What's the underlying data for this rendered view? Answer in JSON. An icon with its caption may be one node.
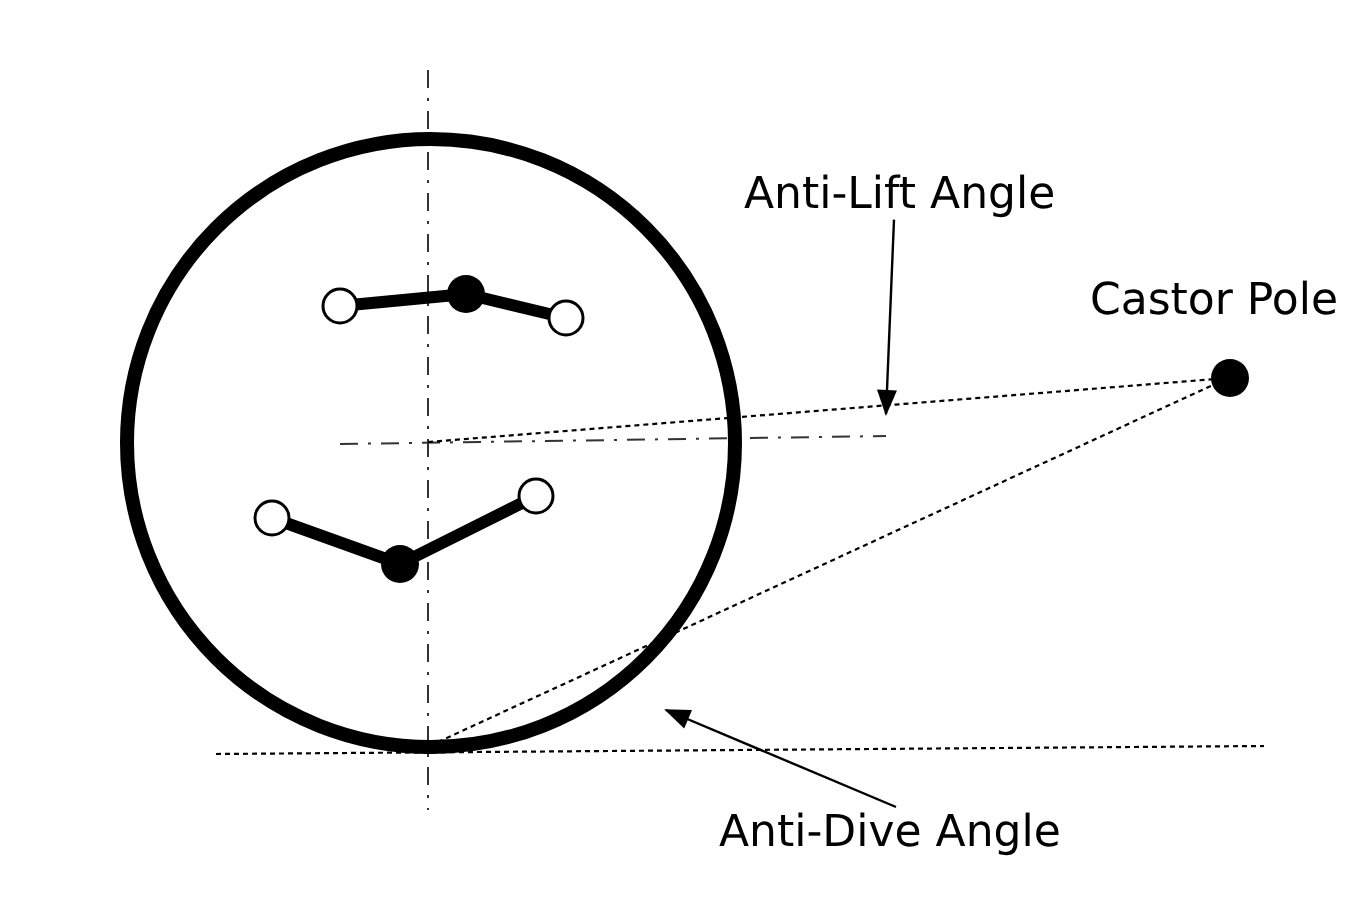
{
  "diagram": {
    "nodes": [
      {
        "text": [
          "Anti-Lift Angle"
        ]
      },
      {
        "text": [
          "Anti-Dive Angle"
        ]
      }
    ],
    "edges": [
      {
        "from": 0,
        "to": null,
        "arrow": "to"
      },
      {
        "from": 1,
        "to": null,
        "arrow": "to"
      }
    ],
    "labels": [
      "Castor Pole"
    ]
  }
}
